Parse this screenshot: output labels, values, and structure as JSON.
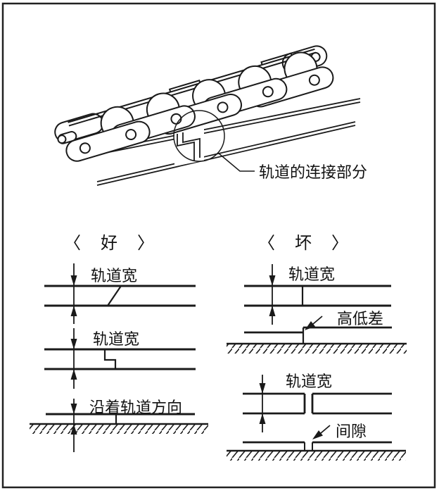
{
  "illustration": {
    "connection_label": "轨道的连接部分"
  },
  "good_section": {
    "header": "〈　好　〉",
    "diagram1_label": "轨道宽",
    "diagram2_label": "轨道宽",
    "diagram3_label": "沿着轨道方向"
  },
  "bad_section": {
    "header": "〈　坏　〉",
    "diagram1_label": "轨道宽",
    "diagram1_annotation": "高低差",
    "diagram2_label": "轨道宽",
    "diagram2_annotation": "间隙"
  },
  "colors": {
    "line": "#1a1a1a",
    "background": "#ffffff"
  }
}
